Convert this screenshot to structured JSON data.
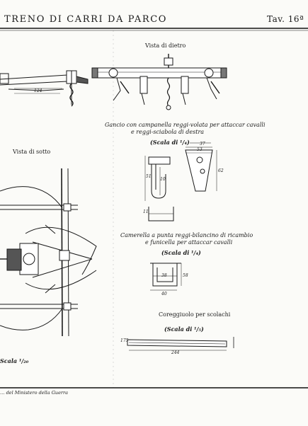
{
  "header": {
    "title": "TRENO DI CARRI DA PARCO",
    "plate": "Tav. 16ª"
  },
  "views": {
    "rear": {
      "caption": "Vista di dietro"
    },
    "below": {
      "caption": "Vista di sotto"
    }
  },
  "hook": {
    "caption_1": "Gancio con campanella reggi-volata per attaccar cavalli",
    "caption_2": "e reggi-sciabola di destra",
    "scale": "(Scala di ¹/₄)"
  },
  "camerella": {
    "caption_1": "Camerella a punta reggi-bilancino di ricambio",
    "caption_2": "e funicella per attaccar cavalli",
    "scale": "(Scala di ¹/₄)"
  },
  "rod": {
    "caption": "Coreggiuolo per scolachi",
    "scale": "(Scala di ¹/₅)"
  },
  "left_scale": "Scala ¹/₂₀",
  "footer": "… del Ministero della Guerra",
  "dimensions": {
    "d_124": "124",
    "d_53": "53",
    "d_37": "37",
    "d_62": "62",
    "d_51": "51",
    "d_10": "10",
    "d_11": "11",
    "d_38": "38",
    "d_58": "58",
    "d_40": "40",
    "d_244": "244",
    "d_175": "175"
  },
  "colors": {
    "paper": "#fbfbf8",
    "ink": "#1a1a1a",
    "frame": "#111111"
  }
}
